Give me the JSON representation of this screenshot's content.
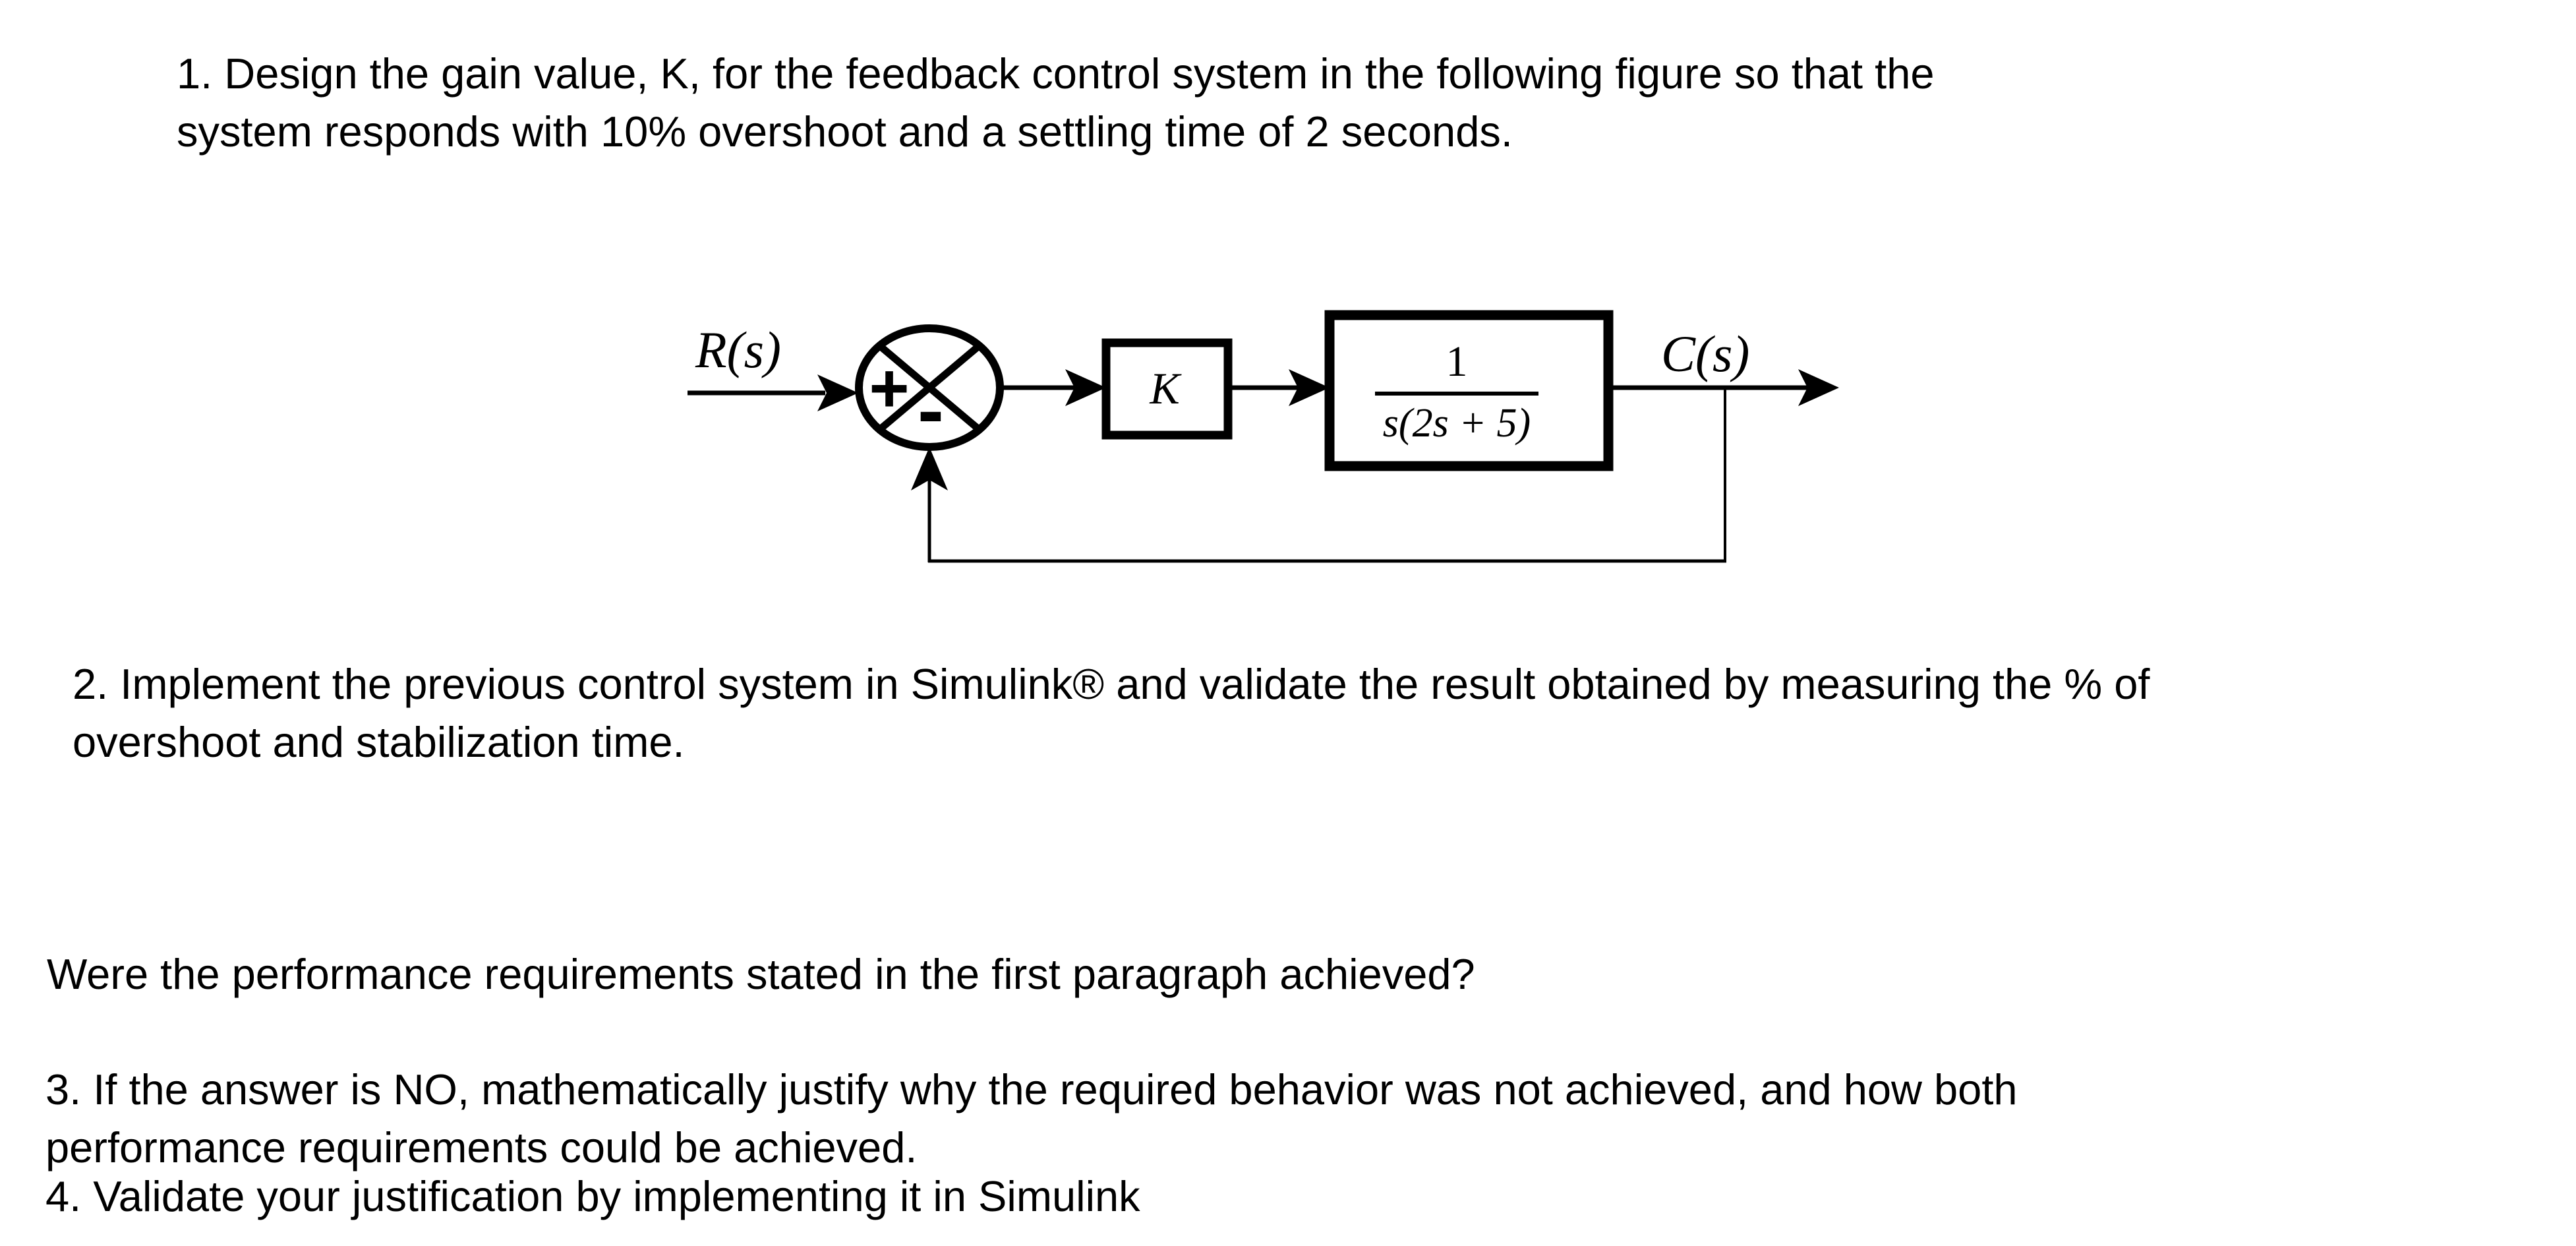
{
  "document": {
    "background": "#ffffff",
    "text_color": "#000000",
    "item1": "1. Design the gain value, K, for the feedback control system in the following figure so that the\nsystem responds with 10% overshoot and a settling time of 2 seconds.",
    "item2": "2. Implement the previous control system in Simulink® and validate the result obtained by measuring the % of\novershoot and stabilization time.",
    "question": "Were the performance requirements stated in the first paragraph achieved?",
    "item3": "3. If the answer is NO, mathematically justify why the required behavior was not achieved, and how both\nperformance requirements could be achieved.",
    "item4": "4. Validate your justification by implementing it in Simulink"
  },
  "diagram": {
    "type": "feedback-control-block-diagram",
    "input_label": "R(s)",
    "output_label": "C(s)",
    "summing_junction": {
      "plus_sign": "+",
      "minus_sign": "-"
    },
    "gain_label": "K",
    "plant": {
      "numerator": "1",
      "denominator": "s(2s + 5)"
    }
  }
}
